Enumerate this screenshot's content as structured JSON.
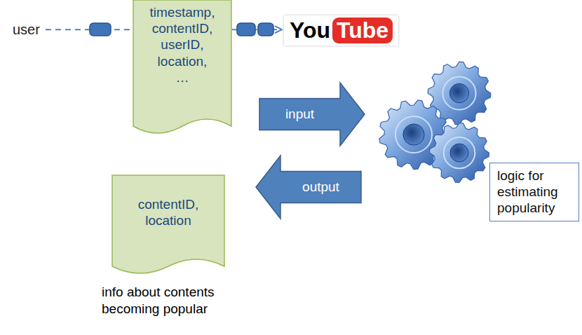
{
  "diagram": {
    "nodes": [
      {
        "text": [
          "user"
        ]
      },
      {
        "text": [
          "timestamp, contentID, userID, location, …"
        ]
      },
      {
        "text": [
          "You",
          "Tube"
        ]
      },
      {
        "text": [
          "input"
        ]
      },
      {
        "text": [
          "logic for estimating popularity"
        ]
      },
      {
        "text": [
          "output"
        ]
      },
      {
        "text": [
          "contentID, location"
        ]
      }
    ],
    "edges": [
      {
        "from": 0,
        "to": 2,
        "arrow": "to"
      }
    ],
    "labels": [
      "info about contents becoming popular"
    ]
  }
}
